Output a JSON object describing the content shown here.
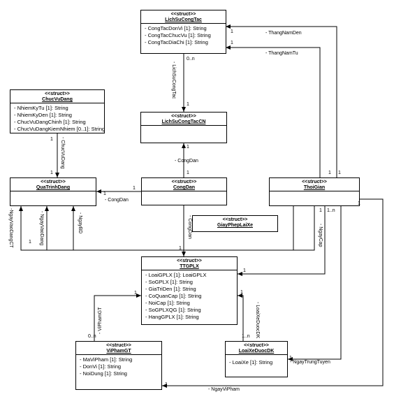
{
  "stereotype": "<<struct>>",
  "classes": {
    "lichsucongtac": {
      "name": "LichSuCongTac",
      "attrs": [
        "- CongTacDonVi [1]: String",
        "- CongTacChucVu [1]: String",
        "- CongTacDiaChi [1]: String"
      ]
    },
    "lichsucongtaccn": {
      "name": "LichSuCongTacCN",
      "attrs": []
    },
    "chucvudang": {
      "name": "ChucVuDang",
      "attrs": [
        "- NhiemKyTu [1]: String",
        "- NhiemKyDen [1]: String",
        "- ChucVuDangChinh [1]: String",
        "- ChucVuDangKiemNhiem [0..1]: String"
      ]
    },
    "quatrinhdang": {
      "name": "QuaTrinhDang",
      "attrs": []
    },
    "congdan": {
      "name": "CongDan",
      "attrs": []
    },
    "thoigian": {
      "name": "ThoiGian",
      "attrs": []
    },
    "giayphep": {
      "name": "GiayPhepLaiXe",
      "attrs": []
    },
    "ttgplx": {
      "name": "TTGPLX",
      "attrs": [
        "- LoaiGPLX [1]: LoaiGPLX",
        "- SoGPLX [1]: String",
        "- GiaTriDen [1]: String",
        "- CoQuanCap [1]: String",
        "- NoiCap [1]: String",
        "- SoGPLXQG [1]: String",
        "- HangGPLX [1]: String"
      ]
    },
    "viphamgt": {
      "name": "ViPhamGT",
      "attrs": [
        "- MaViPham [1]: String",
        "- DonVi [1]: String",
        "- NoiDung [1]: String"
      ]
    },
    "loaixe": {
      "name": "LoaiXeDuocDK",
      "attrs": [
        "- LoaiXe [1]: String"
      ]
    }
  },
  "labels": {
    "thangnamden": "- ThangNamDen",
    "thangnamtu": "- ThangNamTu",
    "lichsucongtac_role": "- LichSuCongTac",
    "lsct_mult_0n": "0..n",
    "lsct_mult_1": "1",
    "lsct_mult_1b": "1",
    "lsct_mult_1c": "1",
    "congdan_role1": "- CongDan",
    "congdan_role2": "- CongDan",
    "congdan_role3": "- CongDan",
    "chucvudang_role": "- ChucVuDang",
    "ngayvaodangct": "-NgayVaoDangCT",
    "ngayvaodang": "- NgayVaoDang",
    "ngaybd": "- NgayBD",
    "ngaycap": "- NgayCap",
    "viphamgt_role": "- ViPhamGT",
    "loaixeduocdk_role": "- LoaiXeDuocDK",
    "ngaytrungtuyen": "- NgayTrungTuyen",
    "ngayvipham": "- NgayViPham",
    "m_one": "1",
    "m_1n": "1..n",
    "m_0n": "0..n"
  }
}
